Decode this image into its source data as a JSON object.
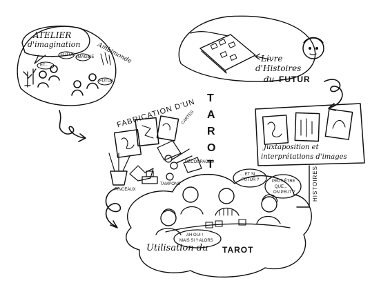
{
  "workshop": {
    "title_line1": "ATELIER",
    "title_line2": "d'imagination",
    "place": "Ambimonde",
    "bubble_1": "ET...",
    "bubble_2": "FUTUR",
    "bubble_3": "IMAGINE",
    "bubble_4": "FUTUR"
  },
  "book": {
    "line1": "Livre",
    "line2": "d'Histoires",
    "line3_prefix": "du",
    "line3_emph": "FUTUR"
  },
  "fabrication": {
    "title": "FABRICATION D'UN",
    "vertical": [
      "T",
      "A",
      "R",
      "O",
      "T"
    ],
    "label_pinceaux": "PINCEAUX",
    "label_tampons": "TAMPONS",
    "label_decoupages": "DÉCOUPAGES",
    "label_cartes": "CARTES"
  },
  "juxtaposition": {
    "line1": "Juxtaposition et",
    "line2": "interprétations d'images",
    "side_label": "HISTOIRES"
  },
  "usage": {
    "bubble_left_line1": "AH OUI !",
    "bubble_left_line2": "MAIS SI ? ALORS",
    "bubble_mid_line1": "... ET SI",
    "bubble_mid_line2": "FUTUR ?",
    "bubble_right_line1": "PEUT-ÊTRE",
    "bubble_right_line2": "QUE...",
    "bubble_right_line3": "ON PEUT ?",
    "caption_prefix": "Utilisation du",
    "caption_emph": "TAROT"
  }
}
